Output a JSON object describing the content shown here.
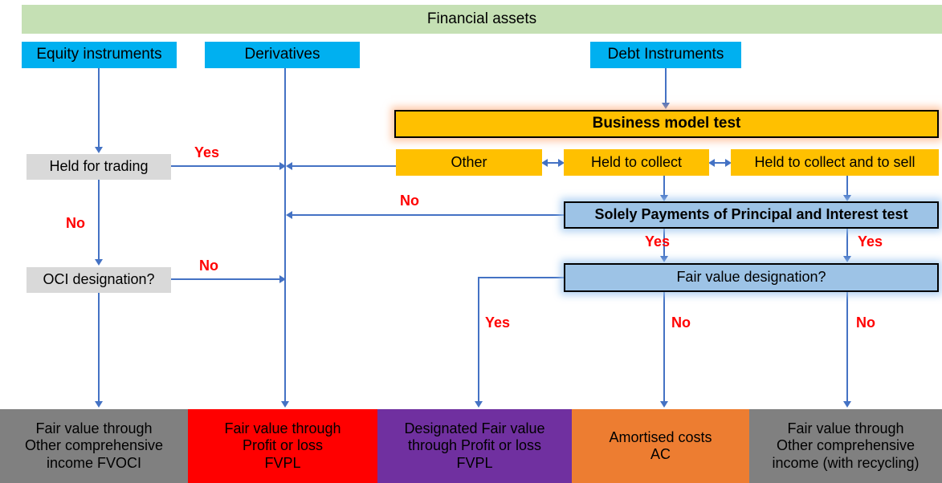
{
  "diagram": {
    "title": "Financial assets",
    "theme": {
      "banner_color": "#c5e0b4",
      "source_color": "#00b0f0",
      "decision_gray": "#d9d9d9",
      "business_model_color": "#ffc000",
      "test_color": "#9dc3e6",
      "connector_color": "#4472c4",
      "label_color": "#ff0000",
      "outcome_fvoci": "#808080",
      "outcome_fvpl": "#ff0000",
      "outcome_designated_fvpl": "#7030a0",
      "outcome_amortised": "#ed7d31",
      "outcome_fvoci_recycling": "#808080"
    },
    "sources": {
      "equity": "Equity instruments",
      "derivatives": "Derivatives",
      "debt": "Debt Instruments"
    },
    "decisions": {
      "held_for_trading": "Held for trading",
      "oci_designation": "OCI designation?",
      "business_model_test": "Business model test",
      "sppi_test": "Solely Payments of Principal and Interest test",
      "fair_value_designation": "Fair value designation?"
    },
    "business_models": {
      "other": "Other",
      "held_to_collect": "Held to collect",
      "held_to_collect_and_sell": "Held to collect and to sell"
    },
    "outcomes": [
      {
        "id": "fvoci",
        "lines": [
          "Fair value through",
          "Other comprehensive",
          "income FVOCI"
        ]
      },
      {
        "id": "fvpl",
        "lines": [
          "Fair value through",
          "Profit or loss",
          "FVPL"
        ]
      },
      {
        "id": "designated-fvpl",
        "lines": [
          "Designated Fair value",
          "through Profit or loss",
          "FVPL"
        ]
      },
      {
        "id": "amortised-cost",
        "lines": [
          "Amortised costs",
          "AC"
        ]
      },
      {
        "id": "fvoci-recycling",
        "lines": [
          "Fair value through",
          "Other comprehensive",
          "income (with recycling)"
        ]
      }
    ],
    "edge_labels": {
      "hft_yes": "Yes",
      "hft_no": "No",
      "oci_no": "No",
      "other_no": "No",
      "sppi_yes_left": "Yes",
      "sppi_yes_right": "Yes",
      "fvd_yes": "Yes",
      "fvd_no_mid": "No",
      "fvd_no_right": "No"
    }
  }
}
